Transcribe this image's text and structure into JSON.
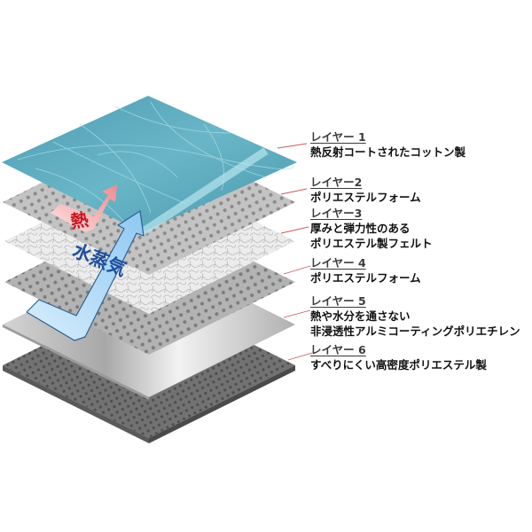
{
  "diagram": {
    "layers": [
      {
        "id": 1,
        "title": "レイヤー 1",
        "desc": [
          "熱反射コートされたコットン製"
        ],
        "material": "leaf-textured cotton",
        "color": "#5ba8bb"
      },
      {
        "id": 2,
        "title": "レイヤー2",
        "desc": [
          "ポリエステルフォーム"
        ],
        "material": "dotted foam",
        "color": "#b4b4b4"
      },
      {
        "id": 3,
        "title": "レイヤー3",
        "desc": [
          "厚みと弾力性のある",
          "ポリエステル製フェルト"
        ],
        "material": "felt",
        "color": "#e2e2e2"
      },
      {
        "id": 4,
        "title": "レイヤー 4",
        "desc": [
          "ポリエステルフォーム"
        ],
        "material": "dotted foam",
        "color": "#aaaaaa"
      },
      {
        "id": 5,
        "title": "レイヤー 5",
        "desc": [
          "熱や水分を通さない",
          "非浸透性アルミコーティングポリエチレン"
        ],
        "material": "aluminium film",
        "color": "#c9c9c9"
      },
      {
        "id": 6,
        "title": "レイヤー 6",
        "desc": [
          "すべりにくい高密度ポリエステル製"
        ],
        "material": "dense polyester",
        "color": "#6e6e6e"
      }
    ],
    "arrows": {
      "heat": {
        "label": "熱",
        "color": "#f4a0a4",
        "text_color": "#c8141e"
      },
      "vapor": {
        "label": "水蒸気",
        "color": "#b5dcf7",
        "text_color": "#1f4f9c",
        "outline": "#2a5a8c"
      }
    },
    "leader_color": "#cc5a5a"
  }
}
